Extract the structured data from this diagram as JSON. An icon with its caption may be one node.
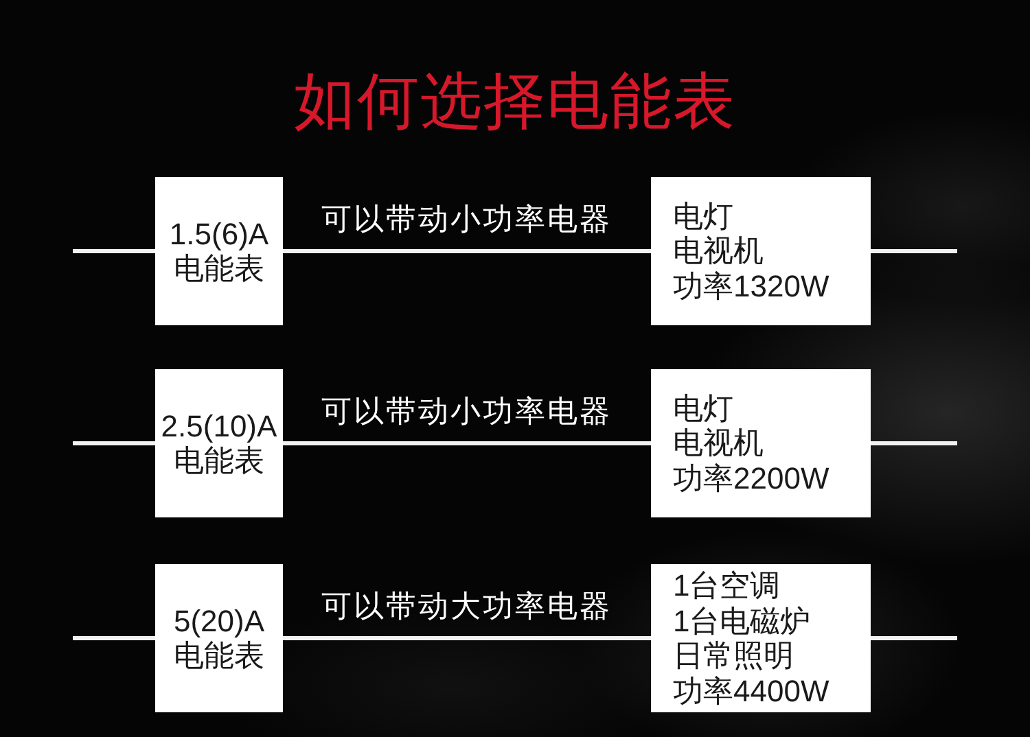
{
  "diagram": {
    "title": "如何选择电能表",
    "nodes": [
      {
        "text": [
          "1.5(6)A",
          "电能表"
        ]
      },
      {
        "text": [
          "电灯",
          "电视机",
          "功率1320W"
        ]
      },
      {
        "text": [
          "2.5(10)A",
          "电能表"
        ]
      },
      {
        "text": [
          "电灯",
          "电视机",
          "功率2200W"
        ]
      },
      {
        "text": [
          "5(20)A",
          "电能表"
        ]
      },
      {
        "text": [
          "1台空调",
          "1台电磁炉",
          "日常照明",
          "功率4400W"
        ]
      }
    ],
    "edges": [
      {
        "from": null,
        "to": 0,
        "arrow": "none"
      },
      {
        "from": 0,
        "to": 1,
        "arrow": "none",
        "label": "可以带动小功率电器"
      },
      {
        "from": 1,
        "to": null,
        "arrow": "none"
      },
      {
        "from": null,
        "to": 2,
        "arrow": "none"
      },
      {
        "from": 2,
        "to": 3,
        "arrow": "none",
        "label": "可以带动小功率电器"
      },
      {
        "from": 3,
        "to": null,
        "arrow": "none"
      },
      {
        "from": null,
        "to": 4,
        "arrow": "none"
      },
      {
        "from": 4,
        "to": 5,
        "arrow": "none",
        "label": "可以带动大功率电器"
      },
      {
        "from": 5,
        "to": null,
        "arrow": "none"
      }
    ]
  }
}
